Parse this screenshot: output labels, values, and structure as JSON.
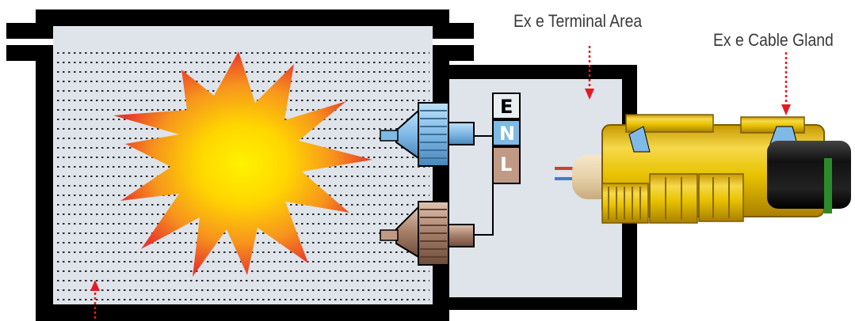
{
  "labels": {
    "terminal_area": "Ex e Terminal Area",
    "cable_gland": "Ex e Cable Gland"
  },
  "terminals": [
    "E",
    "N",
    "L"
  ],
  "colors": {
    "enclosure_wall": "#000000",
    "enclosure_fill": "#dfe3ea",
    "interior_dots": "#2c2c2c",
    "explosion_outer": "#e8372a",
    "explosion_mid": "#f7941d",
    "explosion_core": "#fff200",
    "pointer_arrow": "#e11c24",
    "brass": "#e8c200",
    "cable_sheath": "#1a1a1a",
    "terminal_E": "#e9eef2",
    "terminal_N": "#7fb9e6",
    "terminal_L": "#c19a86"
  }
}
